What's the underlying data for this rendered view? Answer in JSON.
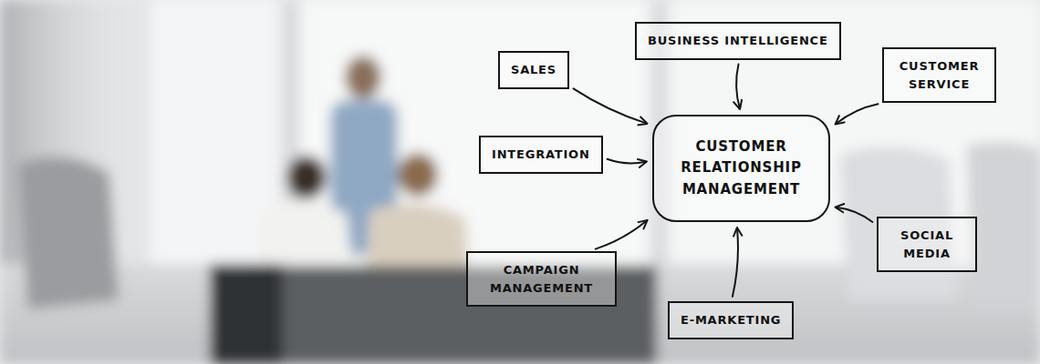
{
  "diagram": {
    "nodes": [
      {
        "text": [
          "BUSINESS INTELLIGENCE"
        ]
      },
      {
        "text": [
          "SALES"
        ]
      },
      {
        "text": [
          "CUSTOMER SERVICE"
        ]
      },
      {
        "text": [
          "INTEGRATION"
        ]
      },
      {
        "text": [
          "CUSTOMER RELATIONSHIP MANAGEMENT"
        ]
      },
      {
        "text": [
          "SOCIAL MEDIA"
        ]
      },
      {
        "text": [
          "CAMPAIGN MANAGEMENT"
        ]
      },
      {
        "text": [
          "E-MARKETING"
        ]
      }
    ],
    "edges": [
      {
        "from": 0,
        "to": 4,
        "arrow": "to"
      },
      {
        "from": 1,
        "to": 4,
        "arrow": "to"
      },
      {
        "from": 2,
        "to": 4,
        "arrow": "to"
      },
      {
        "from": 3,
        "to": 4,
        "arrow": "to"
      },
      {
        "from": 5,
        "to": 4,
        "arrow": "to"
      },
      {
        "from": 6,
        "to": 4,
        "arrow": "to"
      },
      {
        "from": 7,
        "to": 4,
        "arrow": "to"
      }
    ]
  }
}
